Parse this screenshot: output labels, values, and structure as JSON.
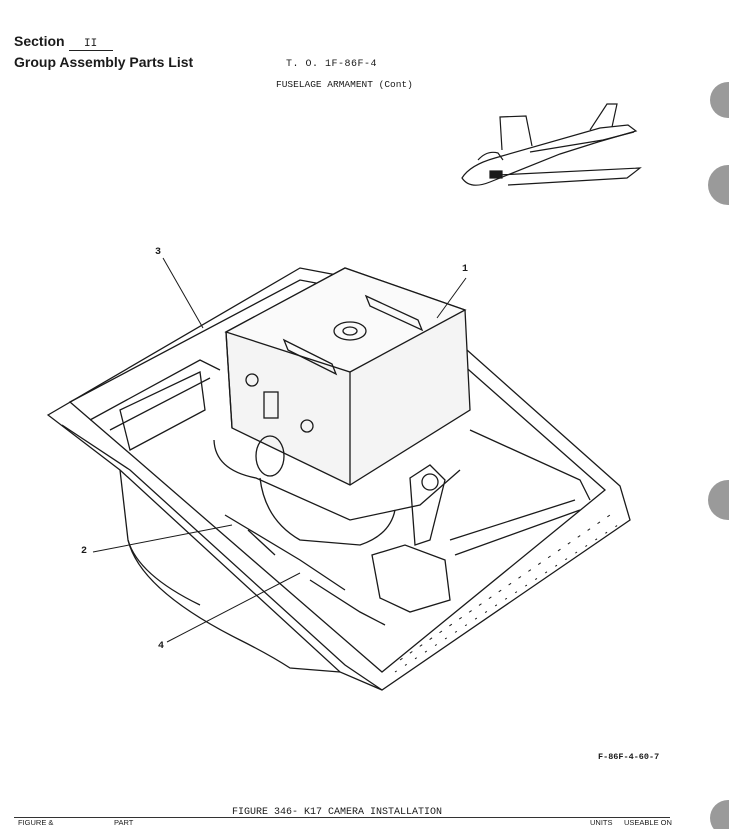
{
  "header": {
    "section_label": "Section",
    "section_value": "II",
    "group_title": "Group Assembly Parts List",
    "to_number": "T. O. 1F-86F-4",
    "subtitle": "FUSELAGE ARMAMENT (Cont)"
  },
  "callouts": [
    "1",
    "2",
    "3",
    "4"
  ],
  "drawing_code": "F-86F-4-60-7",
  "caption": "FIGURE 346- K17 CAMERA INSTALLATION",
  "table_header": {
    "figure_col": "FIGURE &",
    "part_col": "PART",
    "units_col": "UNITS",
    "usable_col": "USEABLE ON"
  },
  "colors": {
    "ink": "#1a1a1a",
    "paper": "#ffffff",
    "binder_hole": "#9a9a9a"
  }
}
